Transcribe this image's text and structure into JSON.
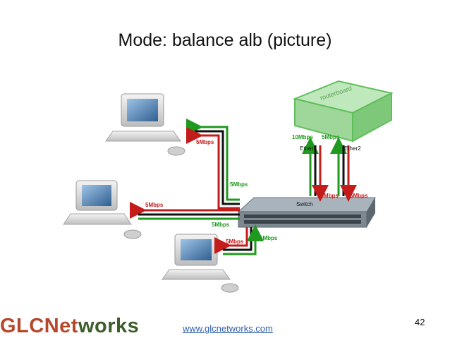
{
  "title": "Mode: balance alb (picture)",
  "device": {
    "name": "routerboard"
  },
  "switch": {
    "label": "Switch"
  },
  "ports": {
    "ether1": "Ether1",
    "ether2": "Ether2"
  },
  "speeds": {
    "ether1_top": "10Mbps",
    "ether2_top": "5Mbps",
    "ether1_bottom": "10Mbps",
    "ether2_bottom": "5Mbps",
    "pc1_link": "5Mbps",
    "pc1_riser": "5Mbps",
    "pc2_link": "5Mbps",
    "pc2_link_lower": "5Mbps",
    "pc3_link": "5Mbps",
    "pc3_riser": "5Mbps"
  },
  "footer": {
    "logo_part1": "GLCNet",
    "logo_part2": "works",
    "url": "www.glcnetworks.com",
    "page": "42"
  },
  "colors": {
    "green": "#1f9a1f",
    "red": "#c41b1b",
    "black": "#111111"
  }
}
